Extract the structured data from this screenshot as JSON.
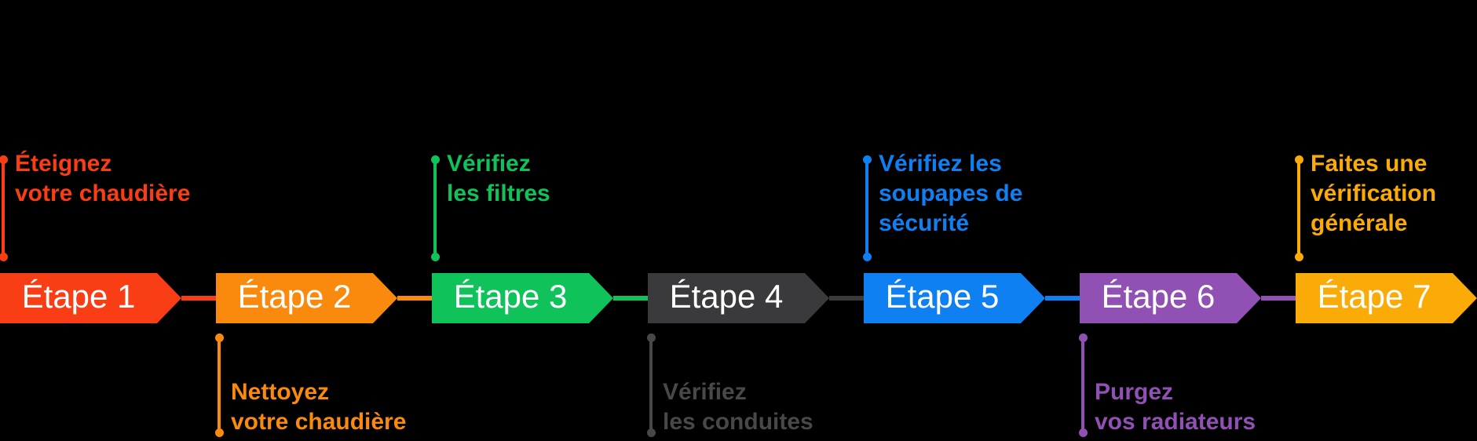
{
  "figure": {
    "background": "#000000",
    "arrow_text_color": "#ffffff"
  },
  "steps": [
    {
      "label": "Étape 1",
      "color": "#f93d14",
      "note_color": "#f93d14",
      "note": {
        "position": "above",
        "lines": [
          "Éteignez",
          "votre chaudière"
        ]
      }
    },
    {
      "label": "Étape 2",
      "color": "#f98a0d",
      "note_color": "#f98a0d",
      "note": {
        "position": "below",
        "lines": [
          "Nettoyez",
          "votre chaudière"
        ]
      }
    },
    {
      "label": "Étape 3",
      "color": "#0fc25a",
      "note_color": "#0fc25a",
      "note": {
        "position": "above",
        "lines": [
          "Vérifiez",
          "les filtres"
        ]
      }
    },
    {
      "label": "Étape 4",
      "color": "#3a3a3c",
      "note_color": "#48484b",
      "note": {
        "position": "below",
        "lines": [
          "Vérifiez",
          "les conduites"
        ]
      }
    },
    {
      "label": "Étape 5",
      "color": "#0f80f2",
      "note_color": "#0f80f2",
      "note": {
        "position": "above",
        "lines": [
          "Vérifiez les",
          "soupapes de",
          "sécurité"
        ]
      }
    },
    {
      "label": "Étape 6",
      "color": "#9150b4",
      "note_color": "#9150b4",
      "note": {
        "position": "below",
        "lines": [
          "Purgez",
          "vos radiateurs"
        ]
      }
    },
    {
      "label": "Étape 7",
      "color": "#fbab07",
      "note_color": "#fbab07",
      "note": {
        "position": "above",
        "lines": [
          "Faites une",
          "vérification",
          "générale"
        ]
      }
    }
  ]
}
